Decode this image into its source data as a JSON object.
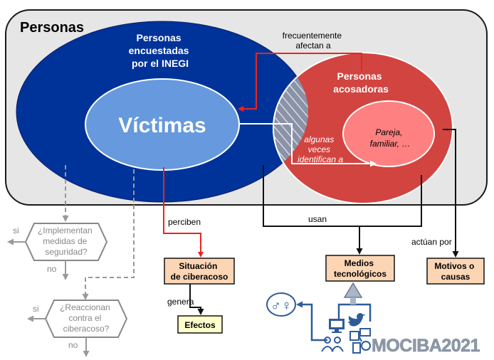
{
  "colors": {
    "outer_bg": "#e6e6e6",
    "encuestadas": "#003399",
    "victimas": "#6699dd",
    "acosadoras": "#d24440",
    "pareja": "#ff8080",
    "box_fill": "#fcd5b5",
    "effects_fill": "#ffffcc",
    "gray_node": "#888888",
    "arrow_red": "#e8261c",
    "arrow_blue": "#2e5c9a"
  },
  "outer": {
    "title": "Personas"
  },
  "encuestadas": {
    "line1": "Personas",
    "line2": "encuestadas",
    "line3": "por el INEGI"
  },
  "victimas": {
    "label": "Víctimas"
  },
  "acosadoras": {
    "line1": "Personas",
    "line2": "acosadoras"
  },
  "pareja": {
    "line1": "Pareja,",
    "line2": "familiar, …"
  },
  "labels": {
    "frecuentemente_1": "frecuentemente",
    "frecuentemente_2": "afectan a",
    "algunas_1": "algunas",
    "algunas_2": "veces",
    "algunas_3": "identifican a",
    "perciben": "perciben",
    "usan": "usan",
    "actuan_por": "actúan por",
    "genera": "genera"
  },
  "boxes": {
    "situacion_1": "Situación",
    "situacion_2": "de ciberacoso",
    "efectos": "Efectos",
    "medios_1": "Medios",
    "medios_2": "tecnológicos",
    "motivos_1": "Motivos o",
    "motivos_2": "causas"
  },
  "decisions": {
    "seguridad_1": "¿Implementan",
    "seguridad_2": "medidas de",
    "seguridad_3": "seguridad?",
    "reaccionan_1": "¿Reaccionan",
    "reaccionan_2": "contra el",
    "reaccionan_3": "ciberacoso?",
    "si_1": "si",
    "no_1": "no",
    "si_2": "si",
    "no_2": "no"
  },
  "icons": {
    "gender": "gender-symbols-icon",
    "computer": "computer-icon",
    "twitter": "twitter-bird-icon",
    "people": "people-icon",
    "devices": "devices-icon"
  },
  "watermark": {
    "text": "MOCIBA2021"
  }
}
